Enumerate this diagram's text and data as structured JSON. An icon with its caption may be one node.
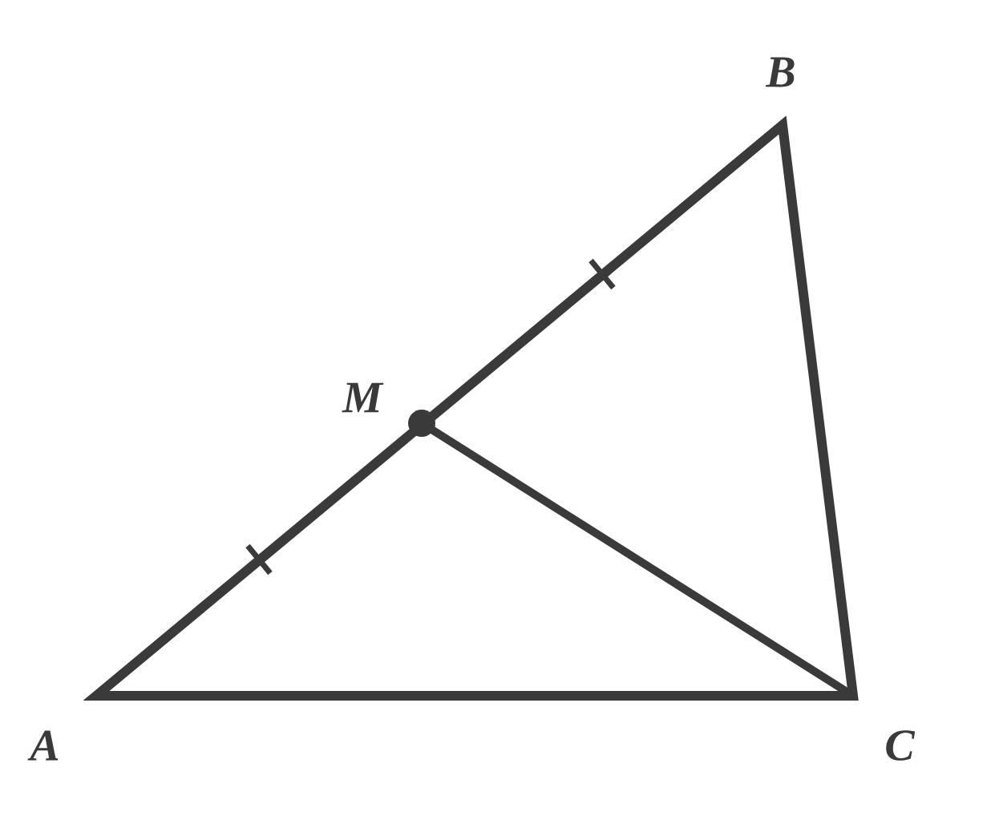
{
  "diagram": {
    "labels": [
      "B",
      "M",
      "A",
      "C"
    ]
  }
}
